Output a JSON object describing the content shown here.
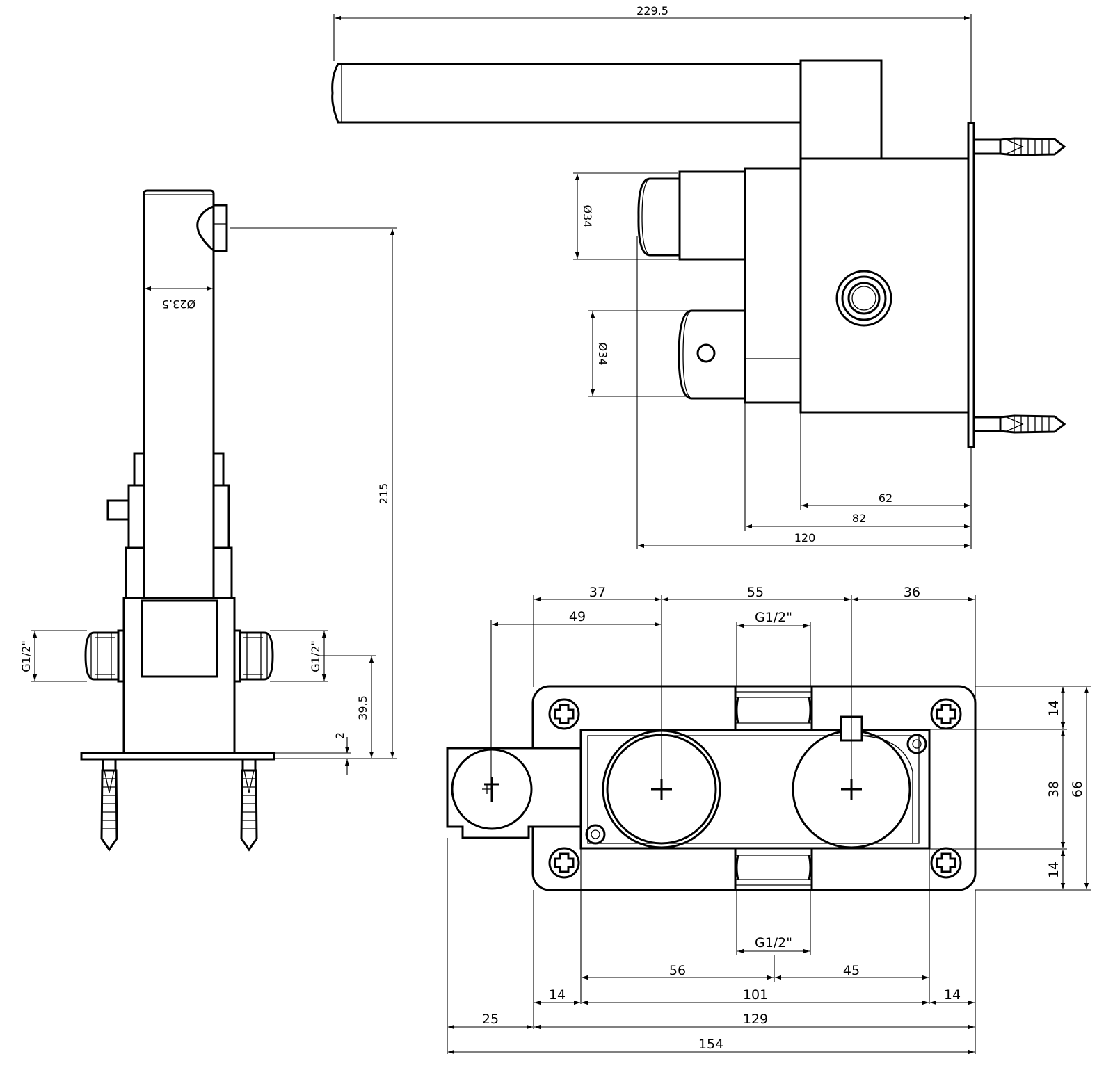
{
  "side_view": {
    "width_total": "229.5",
    "knob_top_dia": "Ø34",
    "knob_bottom_dia": "Ø34",
    "depth_62": "62",
    "depth_82": "82",
    "depth_120": "120"
  },
  "front_view": {
    "spout_dia": "Ø23.5",
    "height_total": "215",
    "inlet_left": "G1/2\"",
    "inlet_right": "G1/2\"",
    "inlet_height": "39.5",
    "plate_thickness": "2"
  },
  "top_view": {
    "dim_37": "37",
    "dim_55": "55",
    "dim_36": "36",
    "dim_49": "49",
    "thread_top": "G1/2\"",
    "thread_bottom": "G1/2\"",
    "dim_14_top": "14",
    "dim_38": "38",
    "dim_66": "66",
    "dim_14_bottom": "14",
    "dim_56": "56",
    "dim_45": "45",
    "dim_14_left": "14",
    "dim_101": "101",
    "dim_14_right": "14",
    "dim_25": "25",
    "dim_129": "129",
    "dim_154": "154"
  }
}
